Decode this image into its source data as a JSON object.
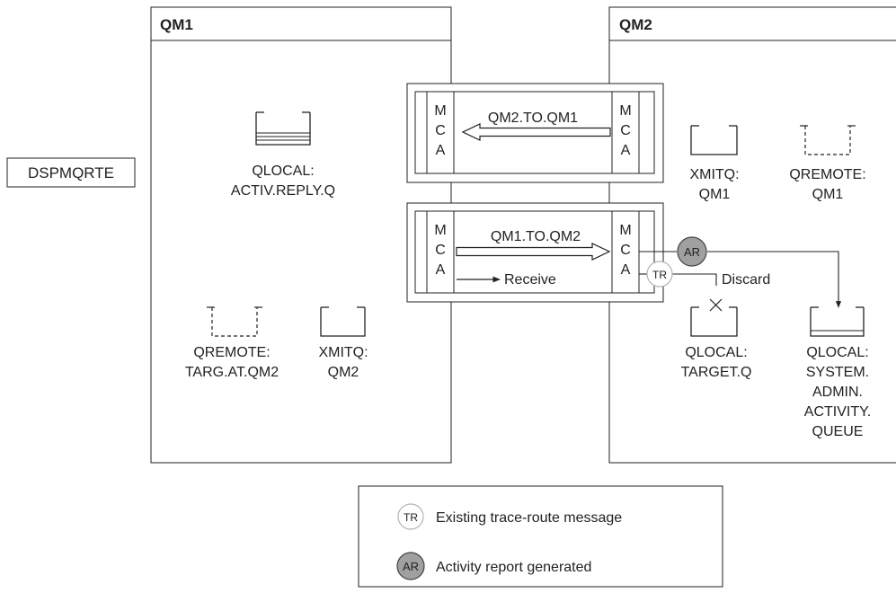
{
  "command": {
    "label": "DSPMQRTE"
  },
  "qm1": {
    "title": "QM1",
    "reply_queue": {
      "line1": "QLOCAL:",
      "line2": "ACTIV.REPLY.Q"
    },
    "remote_queue": {
      "line1": "QREMOTE:",
      "line2": "TARG.AT.QM2"
    },
    "xmit_queue": {
      "line1": "XMITQ:",
      "line2": "QM2"
    }
  },
  "qm2": {
    "title": "QM2",
    "xmit_queue": {
      "line1": "XMITQ:",
      "line2": "QM1"
    },
    "remote_queue": {
      "line1": "QREMOTE:",
      "line2": "QM1"
    },
    "target_queue": {
      "line1": "QLOCAL:",
      "line2": "TARGET.Q"
    },
    "activity_queue": {
      "line1": "QLOCAL:",
      "line2": "SYSTEM.",
      "line3": "ADMIN.",
      "line4": "ACTIVITY.",
      "line5": "QUEUE"
    }
  },
  "channels": {
    "top": {
      "name": "QM2.TO.QM1"
    },
    "bottom": {
      "name": "QM1.TO.QM2"
    },
    "mca": {
      "m": "M",
      "c": "C",
      "a": "A"
    }
  },
  "flow": {
    "receive": "Receive",
    "discard": "Discard"
  },
  "badges": {
    "tr": "TR",
    "ar": "AR"
  },
  "legend": {
    "tr_text": "Existing trace-route message",
    "ar_text": "Activity report generated"
  },
  "colors": {
    "line": "#222222",
    "ar_fill": "#a0a0a0",
    "tr_stroke": "#b4b4b4"
  }
}
